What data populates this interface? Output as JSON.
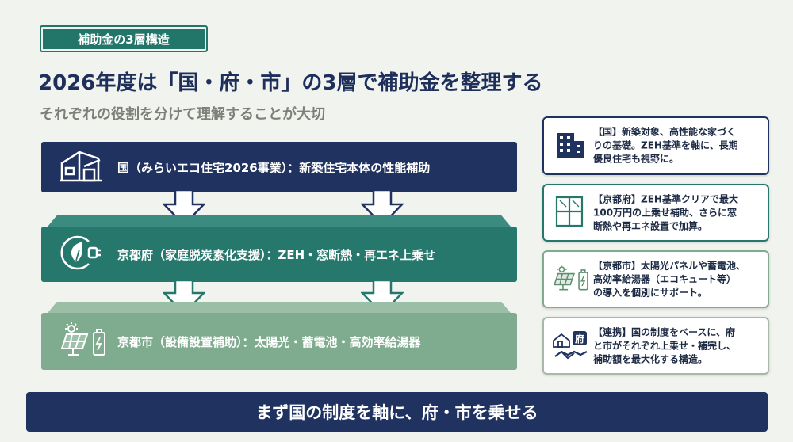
{
  "header": {
    "badge": "補助金の3層構造",
    "title": "2026年度は「国・府・市」の3層で補助金を整理する",
    "subtitle": "それぞれの役割を分けて理解することが大切"
  },
  "tiers": [
    {
      "text": "国（みらいエコ住宅2026事業）：新築住宅本体の性能補助",
      "icon": "house-icon"
    },
    {
      "text": "京都府（家庭脱炭素化支援）：ZEH・窓断熱・再エネ上乗せ",
      "icon": "eco-plug-icon"
    },
    {
      "text": "京都市（設備設置補助）：太陽光・蓄電池・高効率給湯器",
      "icon": "solar-battery-icon"
    }
  ],
  "cards": [
    {
      "lines": [
        "【国】新築対象、高性能な家づく",
        "りの基礎。ZEH基準を軸に、長期",
        "優良住宅も視野に。"
      ],
      "icon": "building-icon"
    },
    {
      "lines": [
        "【京都府】ZEH基準クリアで最大",
        "100万円の上乗せ補助、さらに窓",
        "断熱や再エネ設置で加算。"
      ],
      "icon": "window-icon"
    },
    {
      "lines": [
        "【京都市】太陽光パネルや蓄電池、",
        "高効率給湯器（エコキュート等）",
        "の導入を個別にサポート。"
      ],
      "icon": "solar-battery-icon"
    },
    {
      "lines": [
        "【連携】国の制度をベースに、府",
        "と市がそれぞれ上乗せ・補完し、",
        "補助額を最大化する構造。"
      ],
      "icon": "handshake-icon",
      "icon_label": "府"
    }
  ],
  "footer": {
    "text": "まず国の制度を軸に、府・市を乗せる"
  },
  "colors": {
    "navy": "#1f3260",
    "teal": "#26786d",
    "sage": "#7fab8e",
    "background": "#f1f3ef"
  }
}
